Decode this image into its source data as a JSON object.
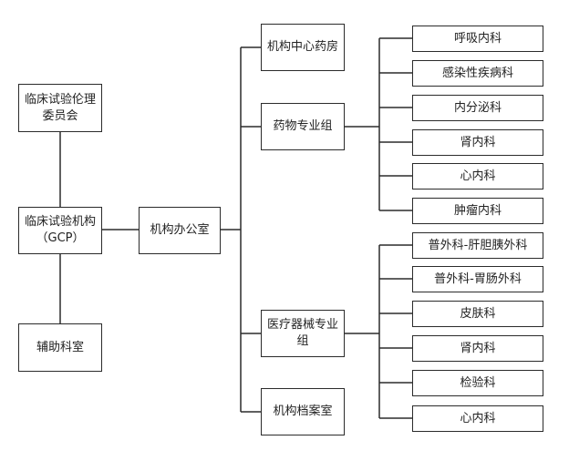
{
  "left": {
    "ethics": "临床试验伦理委员会",
    "gcp": "临床试验机构（GCP）",
    "aux": "辅助科室"
  },
  "office": "机构办公室",
  "pharmacy": "机构中心药房",
  "drug_group": {
    "label": "药物专业组",
    "items": [
      "呼吸内科",
      "感染性疾病科",
      "内分泌科",
      "肾内科",
      "心内科",
      "肿瘤内科"
    ]
  },
  "device_group": {
    "label": "医疗器械专业组",
    "items": [
      "普外科-肝胆胰外科",
      "普外科-胃肠外科",
      "皮肤科",
      "肾内科",
      "检验科",
      "心内科"
    ]
  },
  "archive": "机构档案室"
}
